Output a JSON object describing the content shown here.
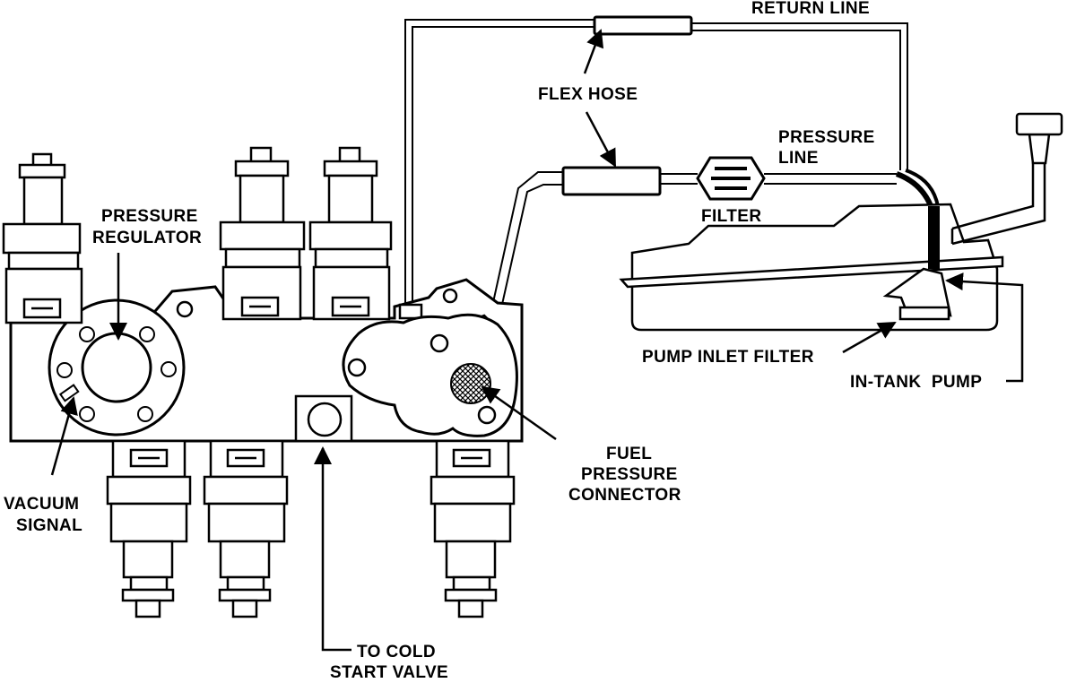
{
  "labels": {
    "return_line": "RETURN LINE",
    "flex_hose": "FLEX HOSE",
    "pressure_line_1": "PRESSURE",
    "pressure_line_2": "LINE",
    "filter": "FILTER",
    "pressure_regulator_1": "PRESSURE",
    "pressure_regulator_2": "REGULATOR",
    "pump_inlet_filter": "PUMP INLET FILTER",
    "in_tank_pump": "IN-TANK  PUMP",
    "fuel_pressure_connector_1": "FUEL",
    "fuel_pressure_connector_2": "PRESSURE",
    "fuel_pressure_connector_3": "CONNECTOR",
    "vacuum_signal_1": "VACUUM",
    "vacuum_signal_2": "SIGNAL",
    "cold_start_valve_1": "TO COLD",
    "cold_start_valve_2": "START VALVE"
  },
  "colors": {
    "ink": "#000000",
    "paper": "#ffffff"
  }
}
